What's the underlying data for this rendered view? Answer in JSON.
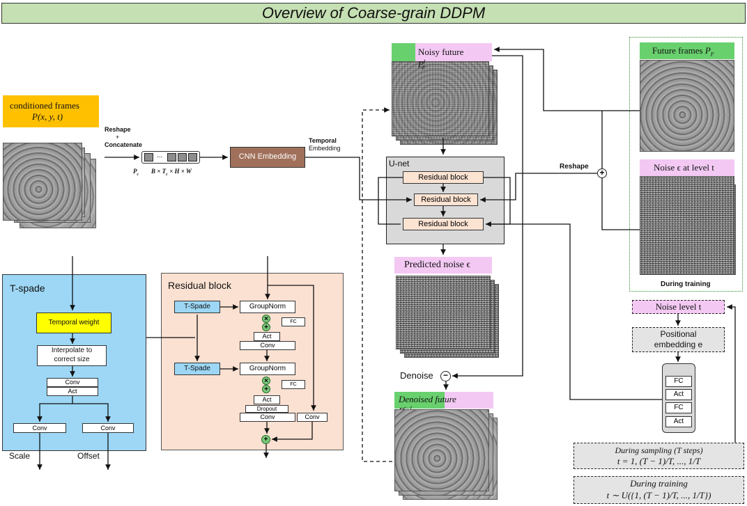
{
  "title": "Overview of Coarse-grain DDPM",
  "conditioned": {
    "label": "conditioned frames",
    "formula": "P(x, y, t)"
  },
  "reshape_concat": {
    "line1": "Reshape",
    "line2": "+",
    "line3": "Concatenate"
  },
  "tensor": {
    "dots": "...",
    "pc": "P",
    "pc_sub": "c",
    "shape": "B × T",
    "shape_sub": "c",
    "shape_tail": " × H × W"
  },
  "cnn_embedding": "CNN Embedding",
  "temporal_embedding": {
    "line1": "Temporal",
    "line2": "Embedding"
  },
  "noisy_future": {
    "label": "Noisy future ",
    "sym": "P",
    "sup": "t",
    "sub": "F"
  },
  "unet": {
    "label": "U-net",
    "blocks": [
      "Residual block",
      "Residual block",
      "Residual block"
    ]
  },
  "predicted_noise": "Predicted noise ϵ",
  "denoise": {
    "label": "Denoise",
    "op": "−"
  },
  "denoised_future": {
    "label": "Denoised future ",
    "sym": "P",
    "sup": "t−1",
    "sub": "F"
  },
  "future_frames": {
    "label": "Future frames ",
    "sym": "P",
    "sub": "F"
  },
  "reshape": "Reshape",
  "plus_op": "+",
  "noise_at_level": "Noise ϵ at level t",
  "during_training_caption": "During training",
  "noise_level": "Noise level t",
  "positional_embedding": {
    "line1": "Positional",
    "line2": "embedding e"
  },
  "mlp_layers": [
    "FC",
    "Act",
    "FC",
    "Act"
  ],
  "sampling": {
    "title": "During sampling (T steps)",
    "formula": "t = 1, (T − 1)/T, ..., 1/T"
  },
  "training": {
    "title": "During training",
    "formula": "t ∼ U({1, (T − 1)/T, ..., 1/T})"
  },
  "tspade": {
    "title": "T-spade",
    "temporal_weight": "Temporal weight",
    "interpolate": {
      "line1": "Interpolate to",
      "line2": "correct size"
    },
    "conv": "Conv",
    "act": "Act",
    "conv_scale": "Conv",
    "conv_offset": "Conv",
    "scale": "Scale",
    "offset": "Offset"
  },
  "residual_detail": {
    "title": "Residual block",
    "tspade1": "T-Spade",
    "tspade2": "T-Spade",
    "groupnorm1": "GroupNorm",
    "groupnorm2": "GroupNorm",
    "fc1": "FC",
    "fc2": "FC",
    "act1": "Act",
    "conv1": "Conv",
    "act2": "Act",
    "dropout": "Dropout",
    "conv2": "Conv",
    "conv_skip": "Conv",
    "mul": "×",
    "add": "+"
  },
  "colors": {
    "title_bg": "#c5e0b3",
    "conditioned_bg": "#ffc000",
    "tspade_bg": "#9dd7f5",
    "residual_bg": "#fbe1d2",
    "cnn_bg": "#a0705a",
    "green_tag": "#69d06e",
    "pink_tag": "#f3c9f3",
    "unet_bg": "#d9d9d9",
    "yellow": "#ffff00"
  }
}
